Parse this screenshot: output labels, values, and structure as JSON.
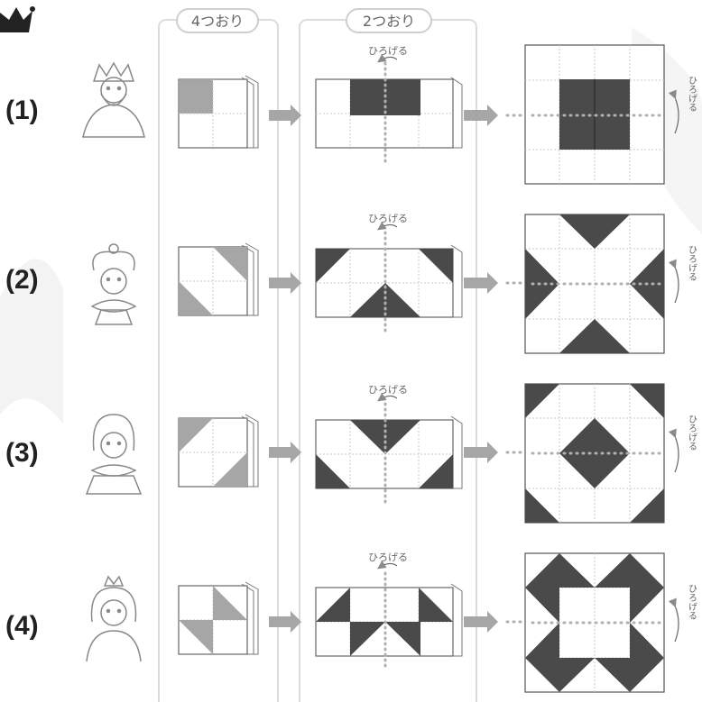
{
  "columns": {
    "four_fold": "4つおり",
    "two_fold": "2つおり"
  },
  "unfold_label": "ひろげる",
  "rows": [
    {
      "label": "(1)",
      "character": "king-illustration"
    },
    {
      "label": "(2)",
      "character": "queen-illustration"
    },
    {
      "label": "(3)",
      "character": "prince-illustration"
    },
    {
      "label": "(4)",
      "character": "princess-illustration"
    }
  ],
  "colors": {
    "dark_fill": "#4a4a4a",
    "light_fill": "#a6a6a6",
    "grid_line": "#c8c8c8",
    "arrow": "#9a9a9a",
    "column_frame": "#d9d9d9",
    "label_text": "#555555"
  },
  "icons": [
    "crown-icon",
    "fold-arrow-icon",
    "unfold-arrow-icon"
  ]
}
